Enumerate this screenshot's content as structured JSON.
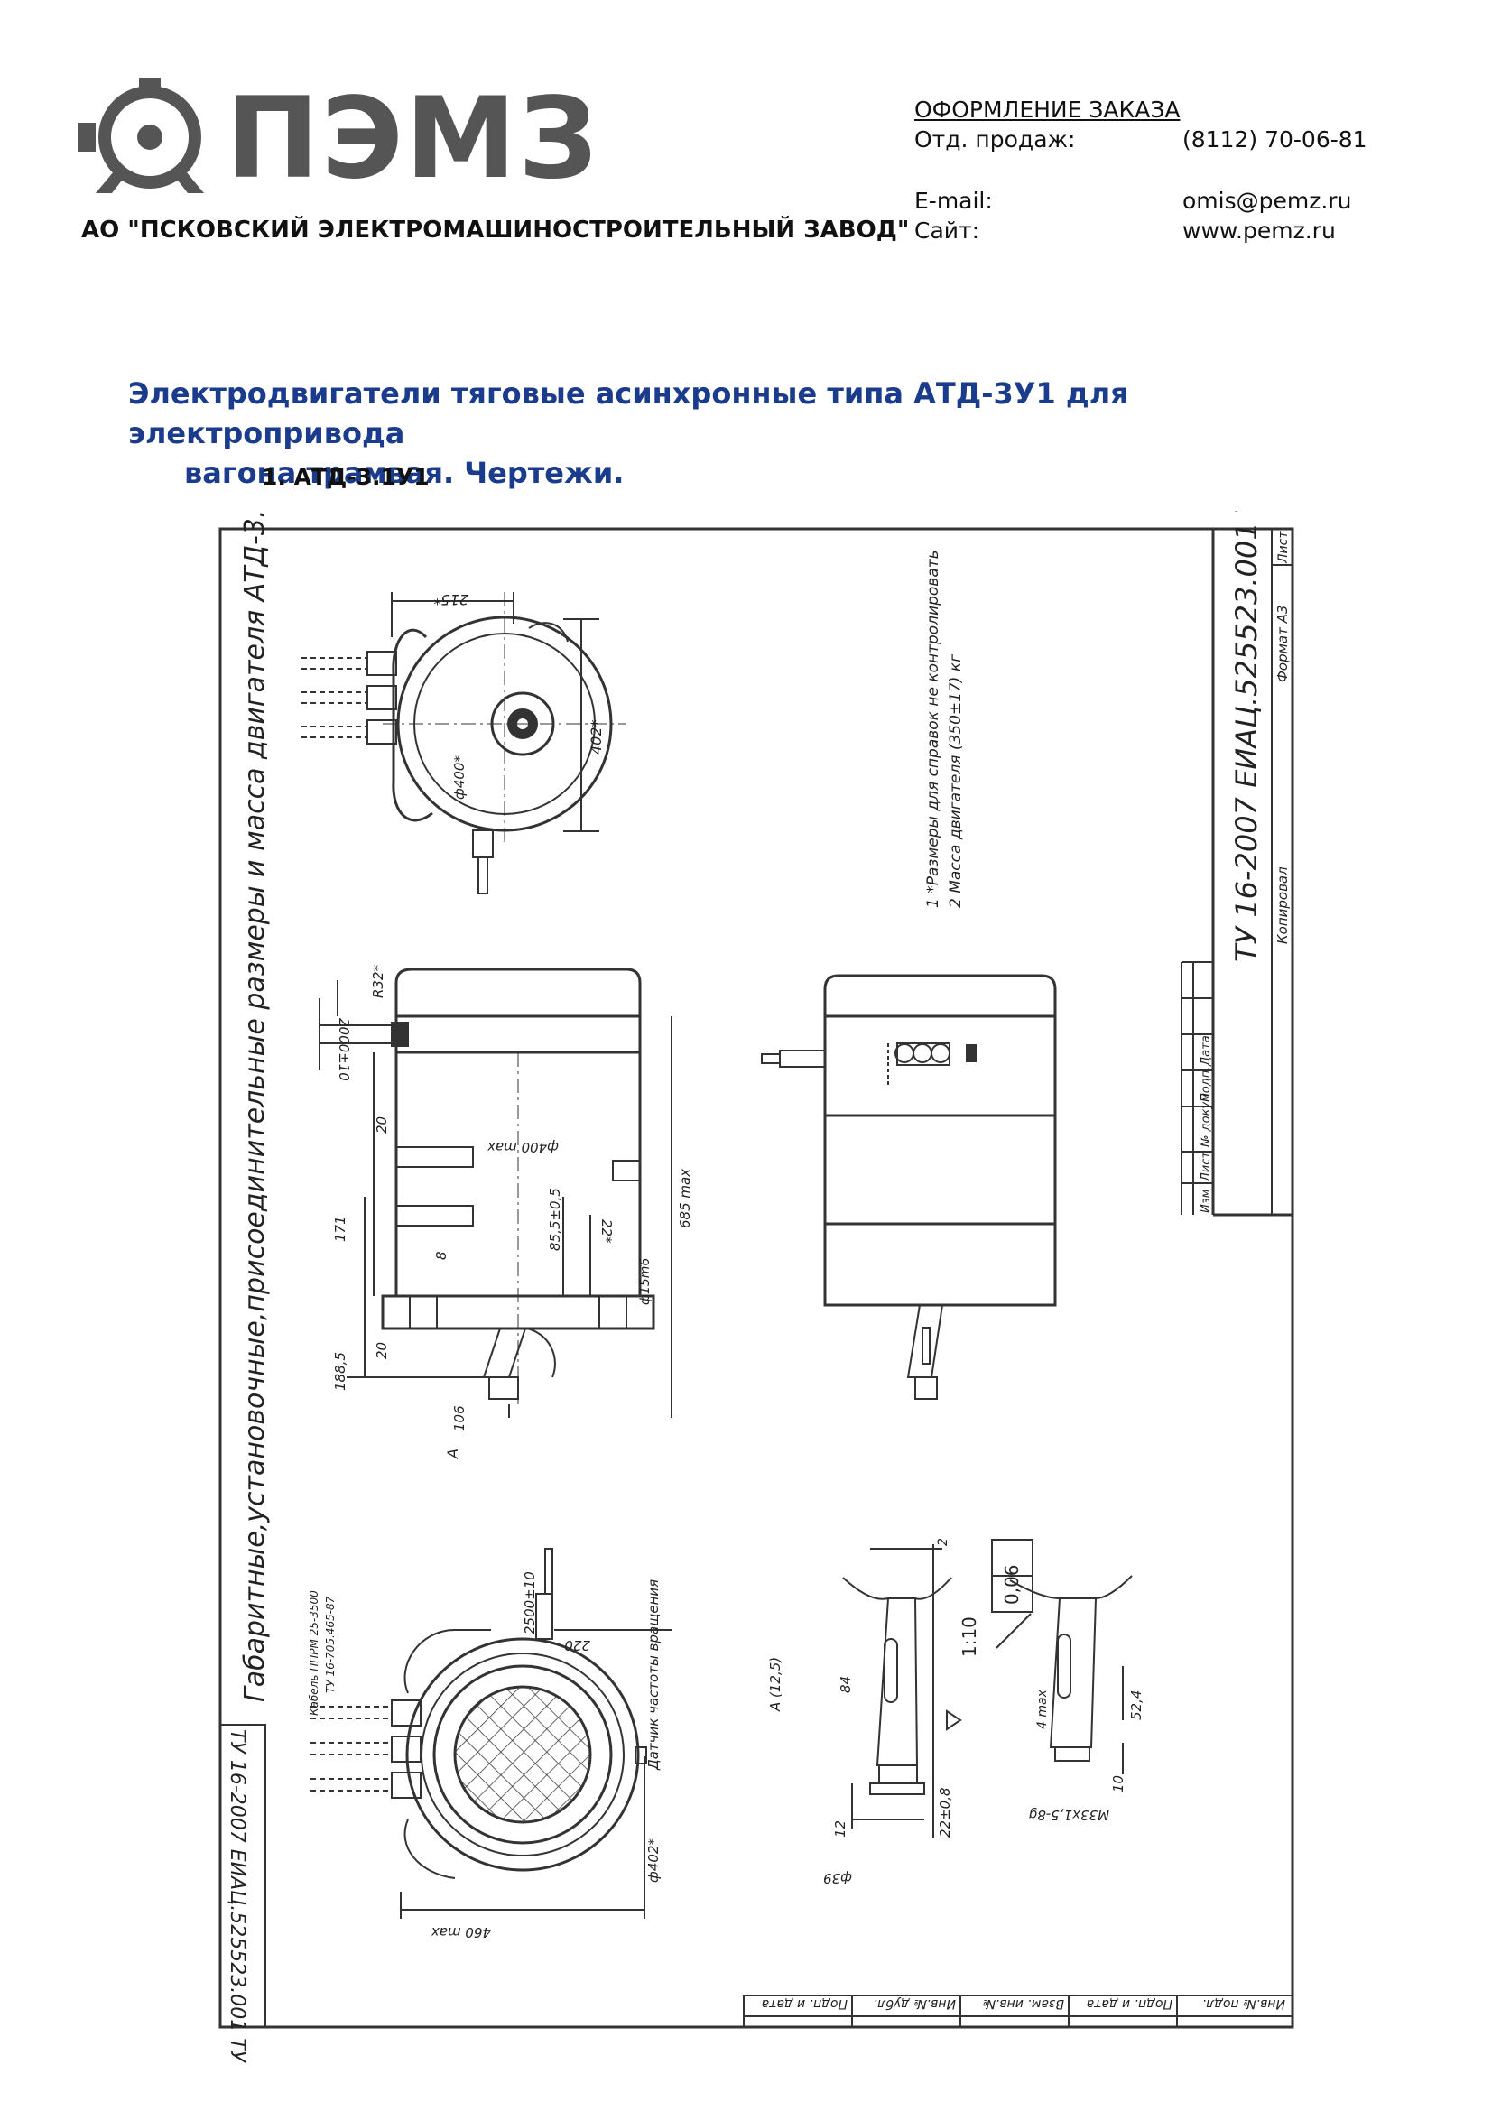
{
  "header": {
    "logo_text": "ПЭМЗ",
    "company_name": "АО \"ПСКОВСКИЙ ЭЛЕКТРОМАШИНОСТРОИТЕЛЬНЫЙ ЗАВОД\"",
    "order_title": "ОФОРМЛЕНИЕ ЗАКАЗА",
    "sales_label": "Отд. продаж:",
    "sales_phone": "(8112) 70-06-81",
    "email_label": "E-mail:",
    "email_value": "omis@pemz.ru",
    "site_label": "Сайт:",
    "site_value": "www.pemz.ru"
  },
  "document": {
    "title_line1": "Электродвигатели тяговые асинхронные типа АТД-3У1 для электропривода",
    "title_line2": "вагона трамвая. Чертежи.",
    "section_label": "1. АТД-3.1У1"
  },
  "drawing": {
    "main_caption": "Габаритные,установочные,присоединительные размеры и масса двигателя АТД-3.1",
    "stamp_designation": "ТУ 16-2007 ЕИАЦ.525523.001 ТУ",
    "corner_designation": "ТУ 16-2007 ЕИАЦ.525523.001 ТУ",
    "note1": "1 *Размеры для справок не контролировать",
    "note2": "2 Масса двигателя (350±17) кг",
    "format_label": "Формат А3",
    "copied_label": "Копировал",
    "sheet_label": "Лист",
    "stamp_cols": [
      "Изм",
      "Лист",
      "№ докум.",
      "Подп.",
      "Дата"
    ],
    "bottom_cells": [
      "Инв.№ подл.",
      "Подп. и дата",
      "Взам. инв.№",
      "Инв.№ дубл.",
      "Подп. и дата"
    ],
    "sensor_label": "Датчик частоты вращения",
    "cable_label": "Кабель ППРМ 25-3500",
    "cable_spec": "ТУ 16-705.465-87",
    "dims": {
      "d215": "215*",
      "d402": "402*",
      "phi400": "ф400*",
      "r32": "R32*",
      "d2000": "2000±10",
      "phi400max": "ф400 max",
      "d20a": "20",
      "d171": "171",
      "d8": "8",
      "d855": "85,5±0,5",
      "d22": "22*",
      "d685": "685 max",
      "phi15": "ф15m6",
      "d20b": "20",
      "d1885": "188,5",
      "d106": "106",
      "letterA": "А",
      "d2500": "2500±10",
      "d220": "220",
      "phi402": "ф402*",
      "d460": "460 max",
      "a125": "А (12,5)",
      "d84": "84",
      "d12": "12",
      "d22b": "22±0,8",
      "phi39": "ф39",
      "taper": "1:10",
      "tol": "0,06",
      "d4max": "4 max",
      "d524": "52,4",
      "d10": "10",
      "m33": "М33х1,5-8g",
      "n2": "2"
    }
  }
}
